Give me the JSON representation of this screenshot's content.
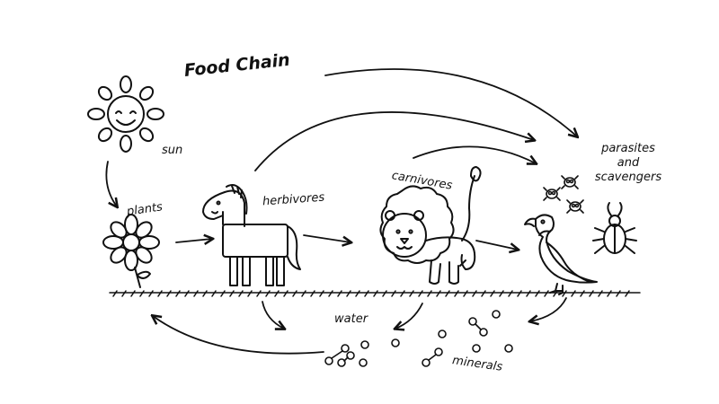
{
  "title": "Food Chain",
  "labels": {
    "sun": "sun",
    "plants": "plants",
    "herbivores": "herbivores",
    "carnivores": "carnivores",
    "parasites_line1": "parasites",
    "parasites_line2": "and",
    "parasites_line3": "scavengers",
    "water": "water",
    "minerals": "minerals"
  },
  "colors": {
    "stroke": "#111111",
    "background": "#ffffff"
  },
  "icons": [
    "sun-icon",
    "flower-icon",
    "horse-icon",
    "lion-icon",
    "vulture-icon",
    "beetle-icon",
    "bacteria-icon",
    "mineral-icon"
  ]
}
